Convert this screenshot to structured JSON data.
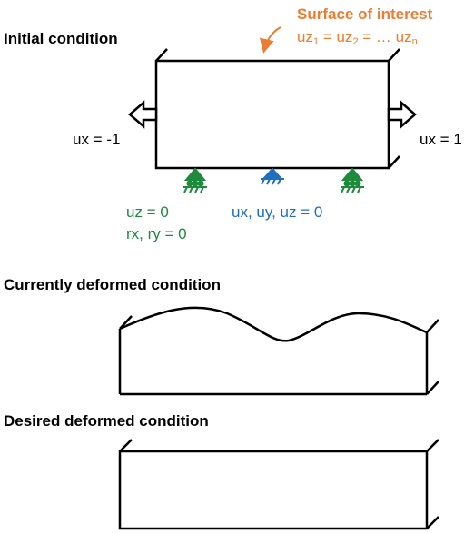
{
  "sections": {
    "initial": "Initial condition",
    "current": "Currently deformed condition",
    "desired": "Desired deformed condition"
  },
  "surface": {
    "title": "Surface of interest",
    "eq_parts": [
      "uz",
      "1",
      " = uz",
      "2",
      " = … uz",
      "n"
    ]
  },
  "loads": {
    "left": "ux = -1",
    "right": "ux = 1"
  },
  "supports": {
    "roller_line1": "uz = 0",
    "roller_line2": "rx, ry = 0",
    "pin": "ux, uy, uz = 0"
  },
  "colors": {
    "accent": "#ED7D31",
    "roller": "#1E8A3C",
    "pin": "#1F6FBF"
  }
}
